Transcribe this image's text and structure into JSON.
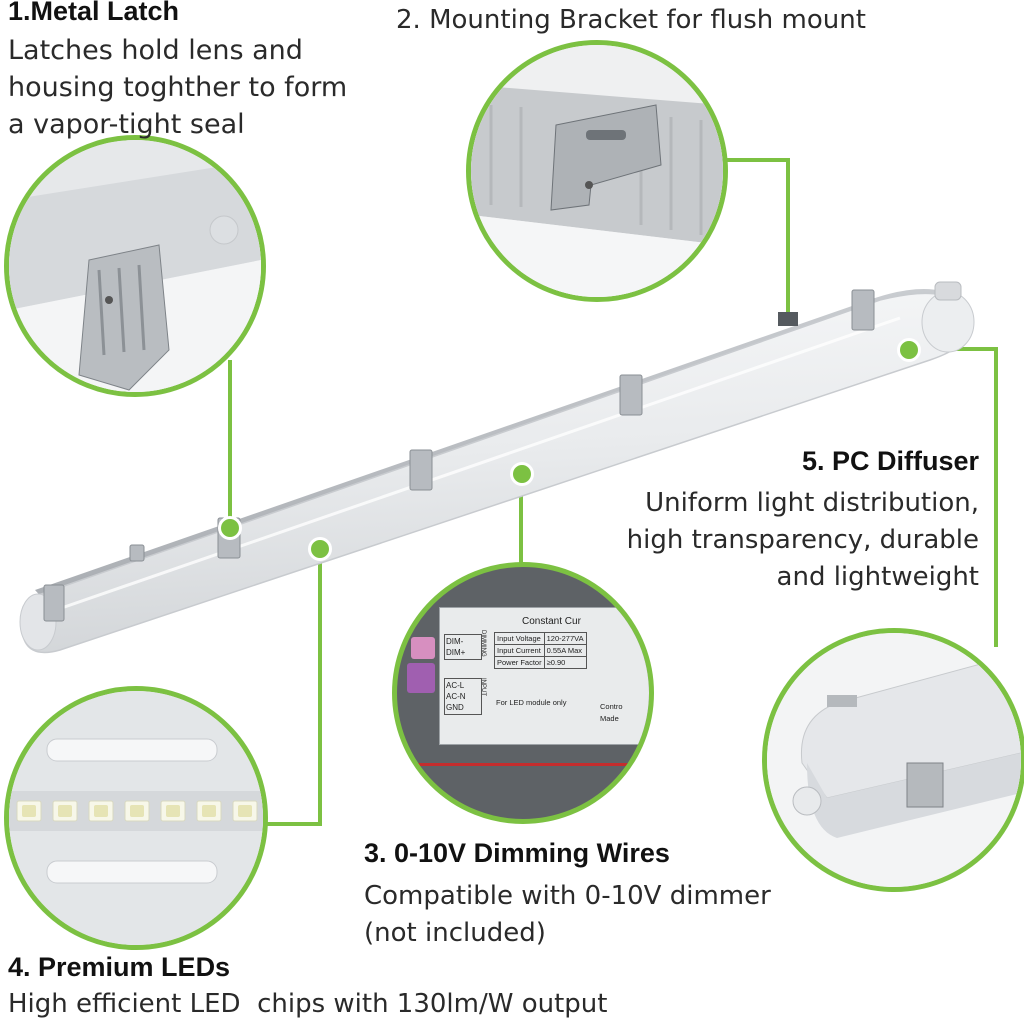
{
  "callouts": {
    "latch": {
      "title": "1.Metal Latch",
      "lines": [
        "Latches hold lens and",
        "housing toghther to form",
        "a vapor-tight seal"
      ]
    },
    "bracket": {
      "title": "2. Mounting Bracket for flush mount"
    },
    "dimming": {
      "title": "3. 0-10V Dimming Wires",
      "lines": [
        "Compatible with 0-10V dimmer",
        "(not included)"
      ]
    },
    "leds": {
      "title": "4. Premium LEDs",
      "lines": [
        "High efficient LED  chips with 130lm/W output"
      ]
    },
    "diffuser": {
      "title": "5. PC Diffuser",
      "lines": [
        "Uniform light distribution,",
        "high transparency, durable",
        "and lightweight"
      ]
    }
  },
  "driver_label": {
    "header": "Constant Cur",
    "dim_minus": "DIM-",
    "dim_plus": "DIM+",
    "dimming_side": "DIMMING",
    "ac_l": "AC-L",
    "ac_n": "AC-N",
    "gnd": "GND",
    "input_side": "INPUT",
    "rows": [
      {
        "label": "Input Voltage",
        "value": "120-277VA"
      },
      {
        "label": "Input Current",
        "value": "0.55A Max"
      },
      {
        "label": "Power Factor",
        "value": "≥0.90"
      }
    ],
    "note": "For LED module only",
    "contr": "Contro",
    "made": "Made"
  },
  "colors": {
    "accent": "#7cc142",
    "text": "#2a2a2a",
    "fixture": "#e8eaec"
  }
}
